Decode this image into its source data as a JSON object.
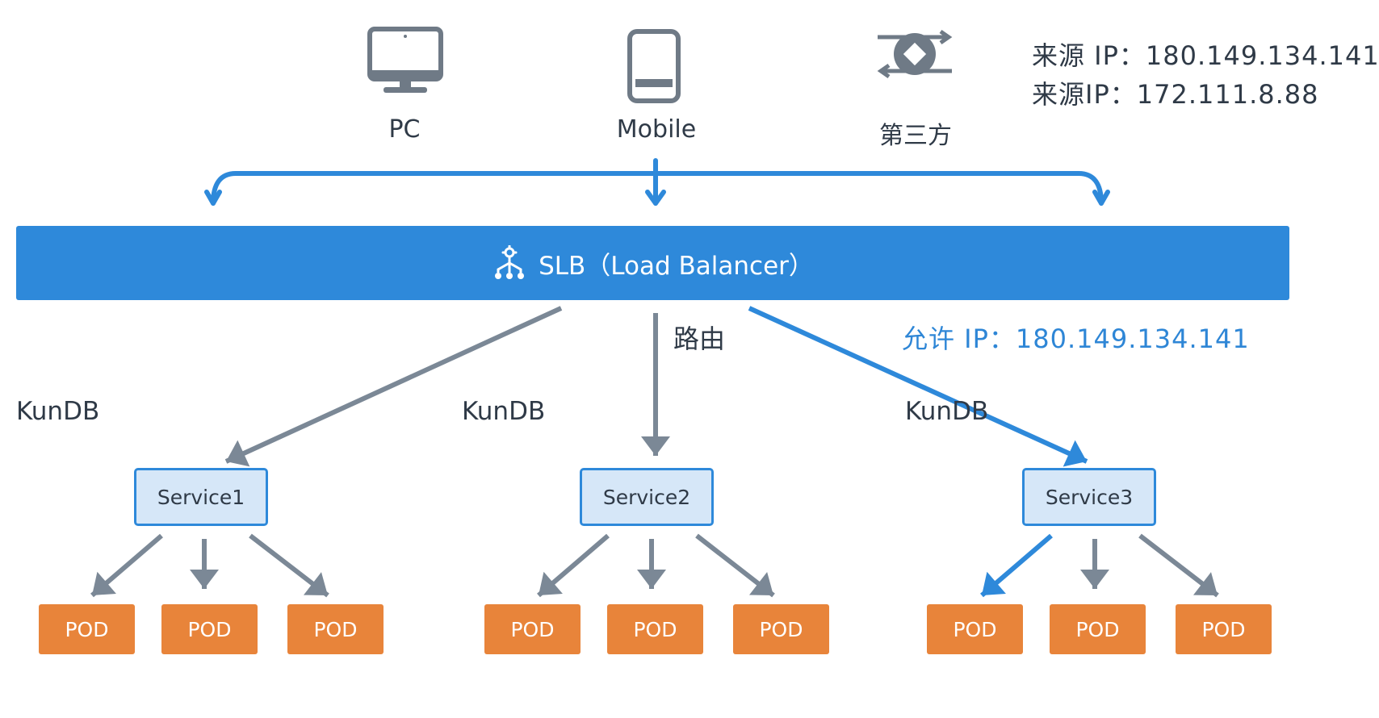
{
  "clients": {
    "pc_label": "PC",
    "mobile_label": "Mobile",
    "third_party_label": "第三方"
  },
  "source_ips": {
    "line1": "来源 IP：180.149.134.141",
    "line2": "来源IP：172.111.8.88"
  },
  "slb": {
    "label": "SLB（Load Balancer）",
    "icon": "load-balancer-icon"
  },
  "route_label": "路由",
  "allow_ip": "允许 IP：180.149.134.141",
  "clusters": [
    {
      "kundb_label": "KunDB",
      "service_label": "Service1",
      "pods": [
        "POD",
        "POD",
        "POD"
      ]
    },
    {
      "kundb_label": "KunDB",
      "service_label": "Service2",
      "pods": [
        "POD",
        "POD",
        "POD"
      ]
    },
    {
      "kundb_label": "KunDB",
      "service_label": "Service3",
      "pods": [
        "POD",
        "POD",
        "POD"
      ]
    }
  ],
  "colors": {
    "accent_blue": "#2e89da",
    "gray_arrow": "#7b8896",
    "pod_orange": "#e8843a",
    "service_fill": "#d6e7f8",
    "text": "#2f3a47",
    "icon_gray": "#6f7a86"
  }
}
